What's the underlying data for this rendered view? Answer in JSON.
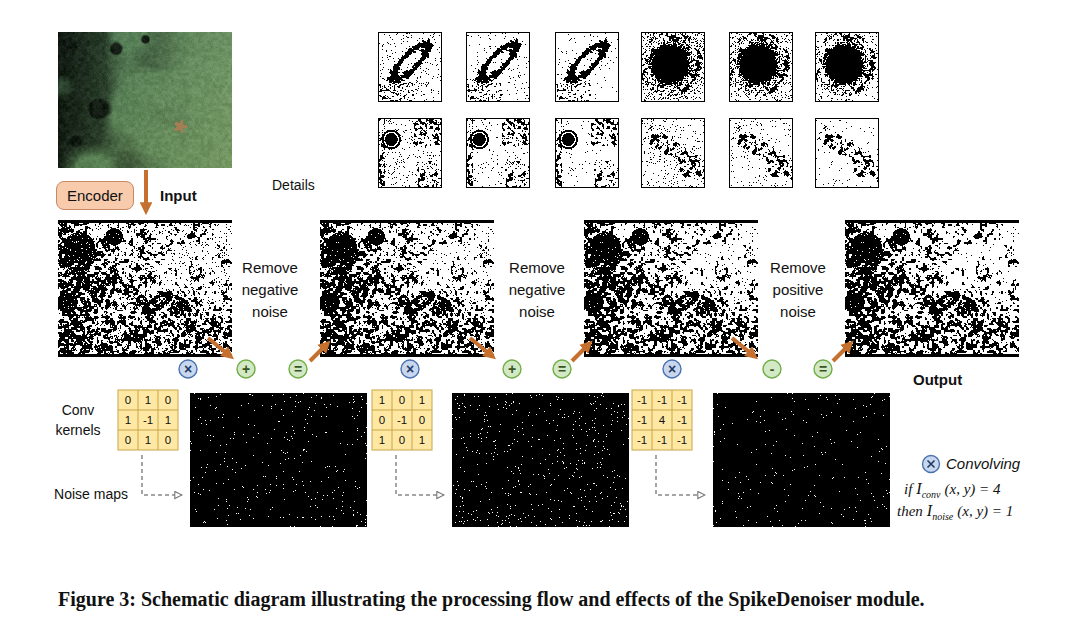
{
  "diagram": {
    "caption": "Figure 3: Schematic diagram illustrating the processing flow and effects of the SpikeDenoiser module.",
    "nodes": [
      {
        "text": [
          "Encoder"
        ]
      },
      {
        "text": [
          "×"
        ]
      },
      {
        "text": [
          "+"
        ]
      },
      {
        "text": [
          "="
        ]
      },
      {
        "text": [
          "×"
        ]
      },
      {
        "text": [
          "+"
        ]
      },
      {
        "text": [
          "="
        ]
      },
      {
        "text": [
          "×"
        ]
      },
      {
        "text": [
          "-"
        ]
      },
      {
        "text": [
          "="
        ]
      }
    ],
    "labels": [
      "Details",
      "Input",
      "Remove negative noise",
      "Remove negative noise",
      "Remove positive noise",
      "Output",
      "Conv kernels",
      "0",
      "1",
      "0",
      "1",
      "-1",
      "1",
      "0",
      "1",
      "0",
      "1",
      "0",
      "1",
      "0",
      "-1",
      "0",
      "1",
      "0",
      "1",
      "-1",
      "-1",
      "-1",
      "-1",
      "4",
      "-1",
      "-1",
      "-1",
      "-1",
      "Noise maps",
      "if",
      "I",
      "conv",
      "(x, y) = 4",
      "then",
      "I",
      "noise",
      "(x, y) = 1"
    ],
    "legend": [
      {
        "text": "Convolving"
      }
    ]
  }
}
